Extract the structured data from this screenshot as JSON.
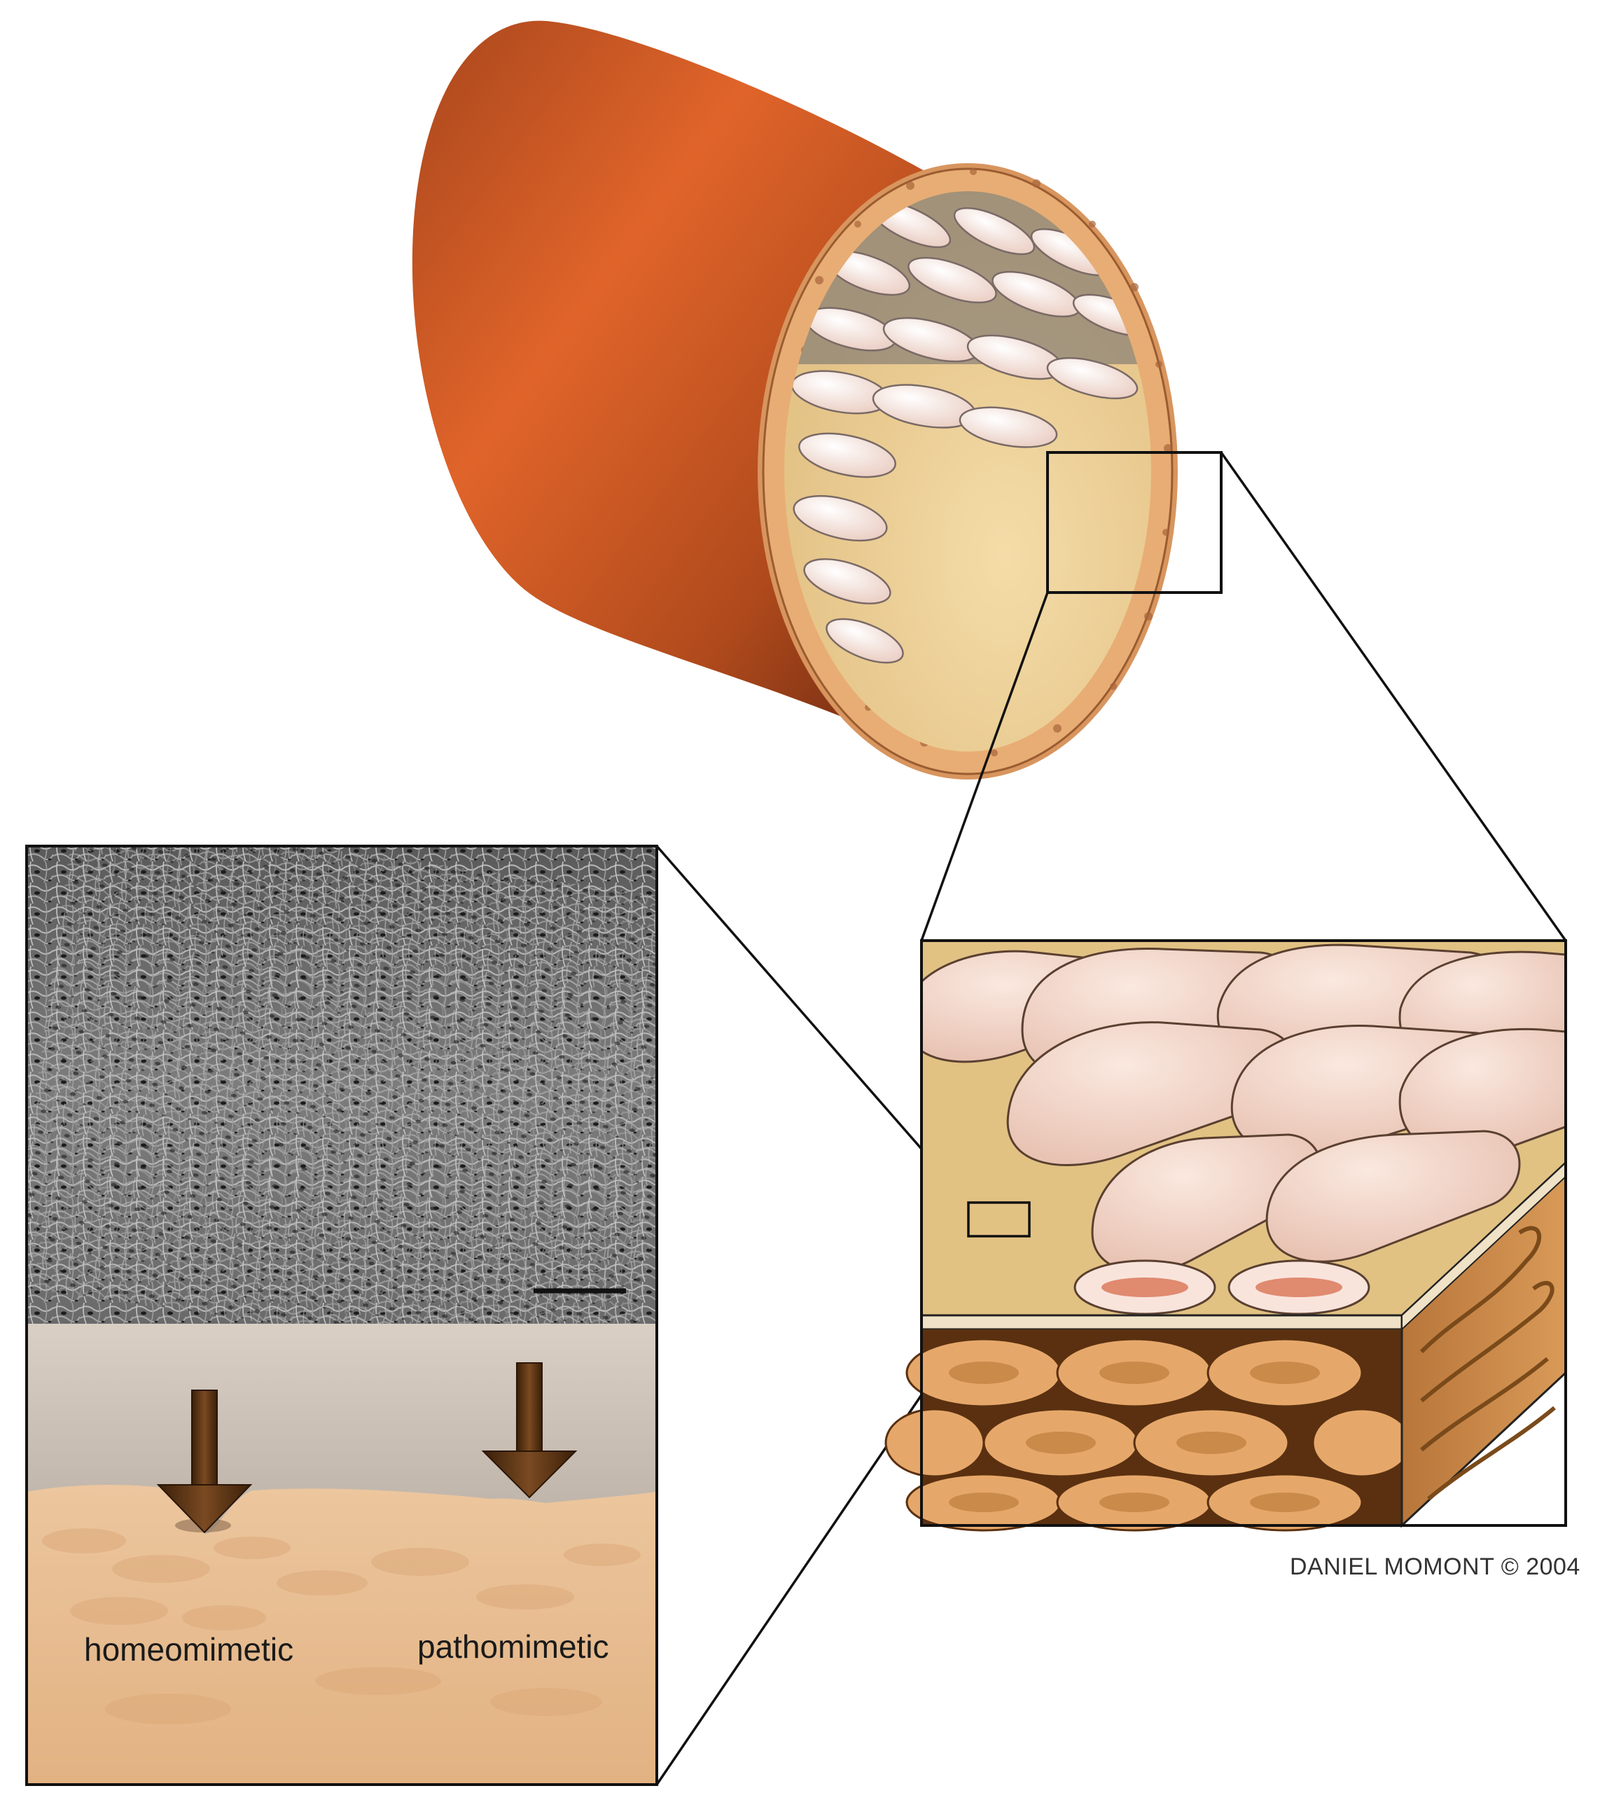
{
  "figure": {
    "labels": {
      "homeomimetic": "homeomimetic",
      "pathomimetic": "pathomimetic"
    },
    "credit": "DANIEL MOMONT © 2004"
  },
  "colors": {
    "vessel_outer": "#c9561f",
    "vessel_dark": "#6e2a10",
    "vessel_wall": "#e6a872",
    "lumen_floor": "#f0d6a0",
    "endothelial_cell": "#f4dcd2",
    "nucleus": "#e08a70",
    "muscle_cell": "#e6a86a",
    "sem_gray": "#7a7a7a",
    "gel_surface": "#e8c09a",
    "arrow": "#4a2a10"
  }
}
